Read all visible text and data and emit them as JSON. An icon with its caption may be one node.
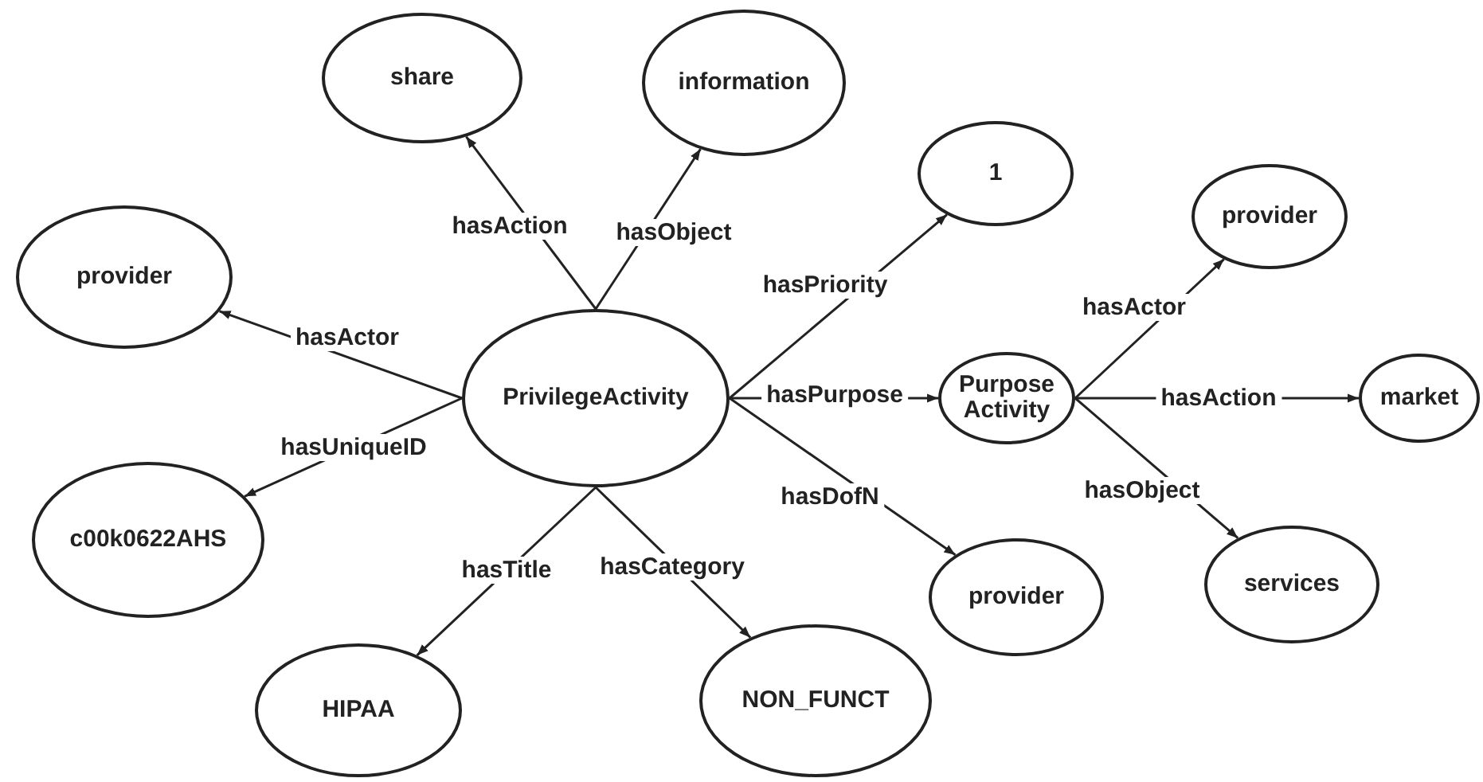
{
  "diagram": {
    "nodes": [
      {
        "text": [
          "PrivilegeActivity"
        ]
      },
      {
        "text": [
          "share"
        ]
      },
      {
        "text": [
          "information"
        ]
      },
      {
        "text": [
          "provider"
        ]
      },
      {
        "text": [
          "c00k0622AHS"
        ]
      },
      {
        "text": [
          "HIPAA"
        ]
      },
      {
        "text": [
          "NON_FUNCT"
        ]
      },
      {
        "text": [
          "1"
        ]
      },
      {
        "text": [
          "Purpose Activity"
        ]
      },
      {
        "text": [
          "provider"
        ]
      },
      {
        "text": [
          "provider"
        ]
      },
      {
        "text": [
          "market"
        ]
      },
      {
        "text": [
          "services"
        ]
      }
    ],
    "edges": [
      {
        "from": 0,
        "to": 1,
        "arrow": "to",
        "label": "hasAction"
      },
      {
        "from": 0,
        "to": 2,
        "arrow": "to",
        "label": "hasObject"
      },
      {
        "from": 0,
        "to": 3,
        "arrow": "to",
        "label": "hasActor"
      },
      {
        "from": 0,
        "to": 4,
        "arrow": "to",
        "label": "hasUniqueID"
      },
      {
        "from": 0,
        "to": 5,
        "arrow": "to",
        "label": "hasTitle"
      },
      {
        "from": 0,
        "to": 6,
        "arrow": "to",
        "label": "hasCategory"
      },
      {
        "from": 0,
        "to": 7,
        "arrow": "to",
        "label": "hasPriority"
      },
      {
        "from": 0,
        "to": 8,
        "arrow": "to",
        "label": "hasPurpose"
      },
      {
        "from": 0,
        "to": 9,
        "arrow": "to",
        "label": "hasDofN"
      },
      {
        "from": 8,
        "to": 10,
        "arrow": "to",
        "label": "hasActor"
      },
      {
        "from": 8,
        "to": 11,
        "arrow": "to",
        "label": "hasAction"
      },
      {
        "from": 8,
        "to": 12,
        "arrow": "to",
        "label": "hasObject"
      }
    ]
  }
}
